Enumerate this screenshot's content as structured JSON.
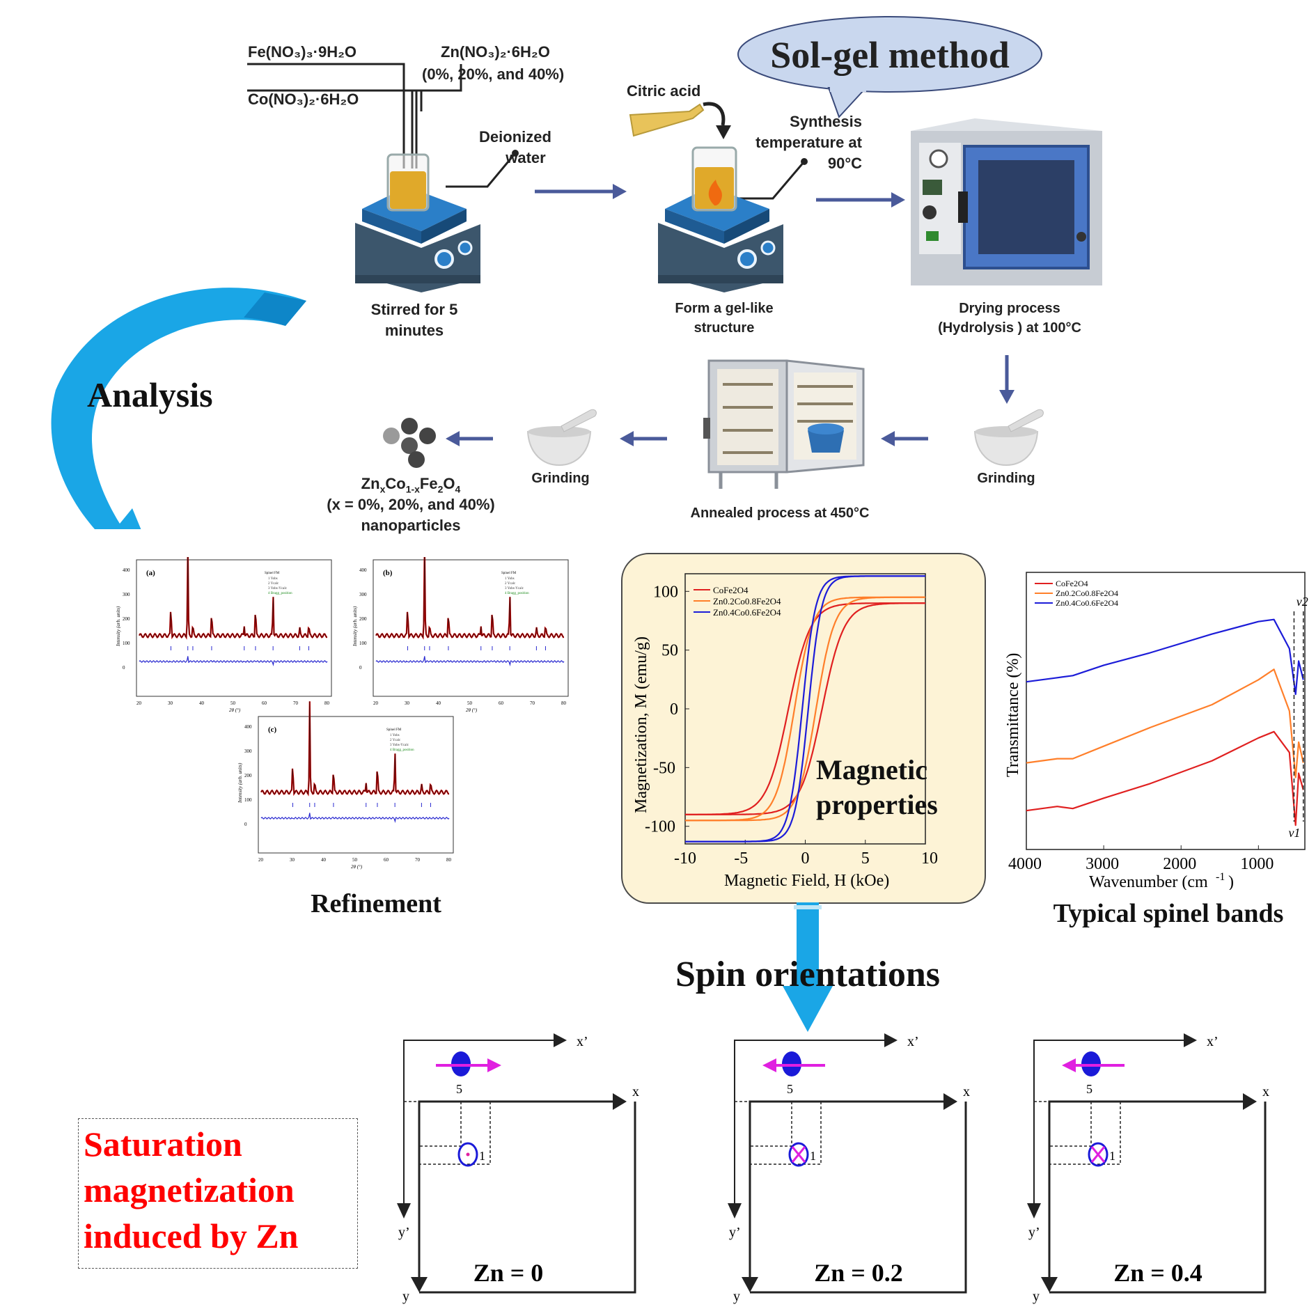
{
  "synthesis": {
    "method_bubble": "Sol-gel method",
    "reagents": {
      "fe": "Fe(NO₃)₃·9H₂O",
      "co": "Co(NO₃)₂·6H₂O",
      "zn": "Zn(NO₃)₂·6H₂O",
      "zn_pct": "(0%, 20%, and 40%)",
      "water_1": "Deionized",
      "water_2": "water"
    },
    "citric_acid": "Citric acid",
    "synth_temp_1": "Synthesis",
    "synth_temp_2": "temperature at",
    "synth_temp_3": "90°C",
    "step_stir_1": "Stirred for 5",
    "step_stir_2": "minutes",
    "step_gel_1": "Form a gel-like",
    "step_gel_2": "structure",
    "step_dry_1": "Drying process",
    "step_dry_2": "(Hydrolysis ) at 100°C",
    "grinding_1": "Grinding",
    "grinding_2": "Grinding",
    "annealed": "Annealed process at 450°C",
    "product_formula_pre": "Zn",
    "product_formula_x": "x",
    "product_formula_mid": "Co",
    "product_formula_1x": "1-x",
    "product_formula_post": "Fe",
    "product_formula_2": "2",
    "product_formula_o": "O",
    "product_formula_4": "4",
    "product_pct": "(x = 0%, 20%, and 40%)",
    "product_np": "nanoparticles"
  },
  "analysis_label": "Analysis",
  "refinement": {
    "label": "Refinement",
    "panels": [
      "(a)",
      "(b)",
      "(c)"
    ],
    "legend": [
      "1 Yobs",
      "2 Ycalc",
      "3 Yobs-Ycalc",
      "4 Bragg_position"
    ],
    "legend_title": "Spinel FM",
    "ylabel": "Intensity (arb. units)",
    "xlabel": "2θ (°)",
    "xticks": [
      "20",
      "30",
      "40",
      "50",
      "60",
      "70",
      "80"
    ],
    "yticks": [
      "0",
      "100",
      "200",
      "300",
      "400"
    ]
  },
  "magnetic": {
    "overlay_1": "Magnetic",
    "overlay_2": "properties",
    "xlabel": "Magnetic Field, H (kOe)",
    "ylabel": "Magnetization, M (emu/g)",
    "legend": [
      "CoFe2O4",
      "Zn0.2Co0.8Fe2O4",
      "Zn0.4Co0.6Fe2O4"
    ]
  },
  "ftir": {
    "label": "Typical spinel bands",
    "ylabel": "Transmittance (%)",
    "xlabel": "Wavenumber (cm-1)",
    "legend": [
      "CoFe2O4",
      "Zn0.2Co0.8Fe2O4",
      "Zn0.4Co0.6Fe2O4"
    ],
    "v1": "v1",
    "v2": "v2"
  },
  "spin": {
    "title": "Spin orientations",
    "panels": [
      {
        "zn_label": "Zn = 0"
      },
      {
        "zn_label": "Zn = 0.2"
      },
      {
        "zn_label": "Zn = 0.4"
      }
    ],
    "axis_x": "x",
    "axis_xp": "x’",
    "axis_y": "y",
    "axis_yp": "y’",
    "site_5": "5",
    "site_1": "1"
  },
  "saturation": {
    "line1": "Saturation",
    "line2": "magnetization",
    "line3": "induced by Zn"
  },
  "colors": {
    "arrow_flow": "#4a5a9a",
    "co": "#e02020",
    "zn02": "#ff7f2a",
    "zn04": "#1c1cd8",
    "refine_red": "#c00000",
    "refine_blue": "#2a2ad0",
    "bubble": "#c9d7ee",
    "mag_panel": "#fdf3d6",
    "analysis_arrow": "#2aa3e0",
    "spin_arrow": "#e020e0",
    "sat_text": "#ff0000"
  },
  "chart_data": [
    {
      "type": "line",
      "title": "",
      "xlabel": "Magnetic Field, H (kOe)",
      "ylabel": "Magnetization, M (emu/g)",
      "xlim": [
        -10,
        10
      ],
      "ylim": [
        -115,
        115
      ],
      "xticks": [
        -10,
        -5,
        0,
        5,
        10
      ],
      "yticks": [
        -100,
        -50,
        0,
        50,
        100
      ],
      "series": [
        {
          "name": "CoFe2O4",
          "ms": 90,
          "hc": 1.4,
          "k": 0.55
        },
        {
          "name": "Zn0.2Co0.8Fe2O4",
          "ms": 95,
          "hc": 0.9,
          "k": 0.65
        },
        {
          "name": "Zn0.4Co0.6Fe2O4",
          "ms": 113,
          "hc": 0.25,
          "k": 0.9
        }
      ]
    },
    {
      "type": "line",
      "title": "",
      "xlabel": "Wavenumber (cm-1)",
      "ylabel": "Transmittance (%)",
      "xlim": [
        4000,
        400
      ],
      "xticks": [
        4000,
        3000,
        2000,
        1000
      ],
      "series": [
        {
          "name": "CoFe2O4",
          "x": [
            4000,
            3600,
            3400,
            3000,
            2400,
            1600,
            1000,
            800,
            600,
            520,
            480,
            420
          ],
          "y": [
            12,
            14,
            13,
            18,
            25,
            36,
            47,
            50,
            40,
            5,
            30,
            22
          ]
        },
        {
          "name": "Zn0.2Co0.8Fe2O4",
          "x": [
            4000,
            3600,
            3400,
            3000,
            2400,
            1600,
            1000,
            800,
            600,
            520,
            480,
            420
          ],
          "y": [
            35,
            37,
            37,
            43,
            52,
            63,
            75,
            80,
            60,
            28,
            45,
            35
          ]
        },
        {
          "name": "Zn0.4Co0.6Fe2O4",
          "x": [
            4000,
            3600,
            3400,
            3000,
            2400,
            1600,
            1000,
            800,
            600,
            520,
            480,
            420
          ],
          "y": [
            74,
            76,
            77,
            82,
            88,
            97,
            103,
            104,
            90,
            68,
            84,
            75
          ]
        }
      ]
    }
  ]
}
